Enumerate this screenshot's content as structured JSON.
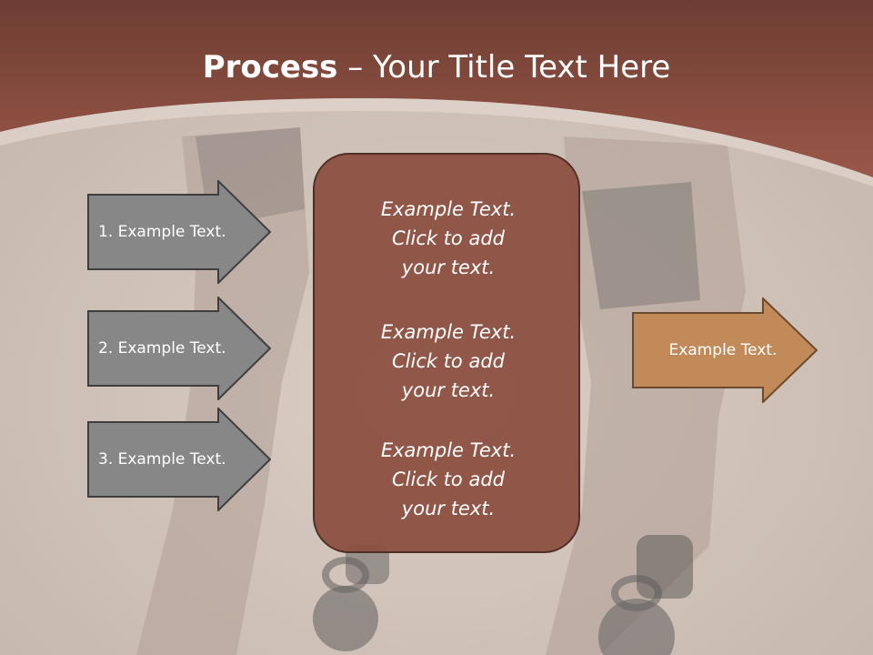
{
  "slide": {
    "title_bold": "Process",
    "title_rest": " – Your Title Text Here",
    "left_arrows": [
      {
        "label": "1. Example Text."
      },
      {
        "label": "2. Example Text."
      },
      {
        "label": "3. Example Text."
      }
    ],
    "center_blocks": [
      {
        "line1": "Example Text.",
        "line2": "Click  to add",
        "line3": "your text."
      },
      {
        "line1": "Example Text.",
        "line2": "Click  to add",
        "line3": "your text."
      },
      {
        "line1": "Example Text.",
        "line2": "Click  to add",
        "line3": "your text."
      }
    ],
    "right_arrow": {
      "label": "Example Text."
    }
  },
  "colors": {
    "header": "#8a4a3c",
    "center_box": "#8b4f40",
    "left_arrow_fill": "#878787",
    "right_arrow_fill": "#c28a58"
  }
}
